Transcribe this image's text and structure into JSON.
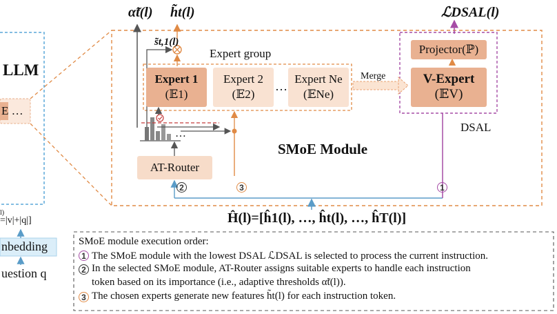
{
  "llm_fragment": {
    "title": "LLM",
    "token_dots": "E …",
    "dim_subscript": "=|v|+|q|]",
    "sup_fragment": "l)",
    "embedding_label": "nbedding",
    "question_label": "uestion q"
  },
  "top_labels": {
    "alpha": "α̃t(l)",
    "h_out": "h̃t(l)",
    "s_score": "s̃t,1(l)",
    "loss": "ℒDSAL(l)"
  },
  "expert_group": {
    "title": "Expert group",
    "experts": [
      {
        "name": "Expert 1",
        "symbol": "(𝔼1)"
      },
      {
        "name": "Expert 2",
        "symbol": "(𝔼2)"
      },
      {
        "name": "Expert Ne",
        "symbol": "(𝔼Ne)"
      }
    ],
    "ellipsis": "…",
    "bar_dots": "…"
  },
  "merge_label": "Merge",
  "v_expert": {
    "name": "V-Expert",
    "symbol": "(𝔼V)"
  },
  "projector": {
    "name": "Projector(ℙ)"
  },
  "dsal_label": "DSAL",
  "module_title": "SMoE Module",
  "router_label": "AT-Router",
  "step_markers": [
    "1",
    "2",
    "3"
  ],
  "hidden_state": "Ĥ(l)=[ĥ1(l), …, ĥt(l), …, ĥT(l)]",
  "notes": {
    "heading": "SMoE module execution order:",
    "items": [
      {
        "num": "1",
        "text": "The SMoE module with the lowest DSAL ℒDSAL is selected to process the current instruction."
      },
      {
        "num": "2",
        "text": "In the selected SMoE module, AT-Router assigns suitable experts to handle each instruction",
        "cont": "token based on its importance (i.e., adaptive thresholds α̃t(l))."
      },
      {
        "num": "3",
        "text": "The chosen experts generate new features h̃t(l) for each instruction token."
      }
    ]
  },
  "colors": {
    "orange_dash": "#e08a45",
    "blue_dash": "#5aa7d8",
    "purple": "#a64ca6",
    "expert_dark": "#e9b191",
    "expert_light": "#f9e2d2",
    "router": "#f7dcc9",
    "arrow_blue": "#6aa4c8"
  }
}
